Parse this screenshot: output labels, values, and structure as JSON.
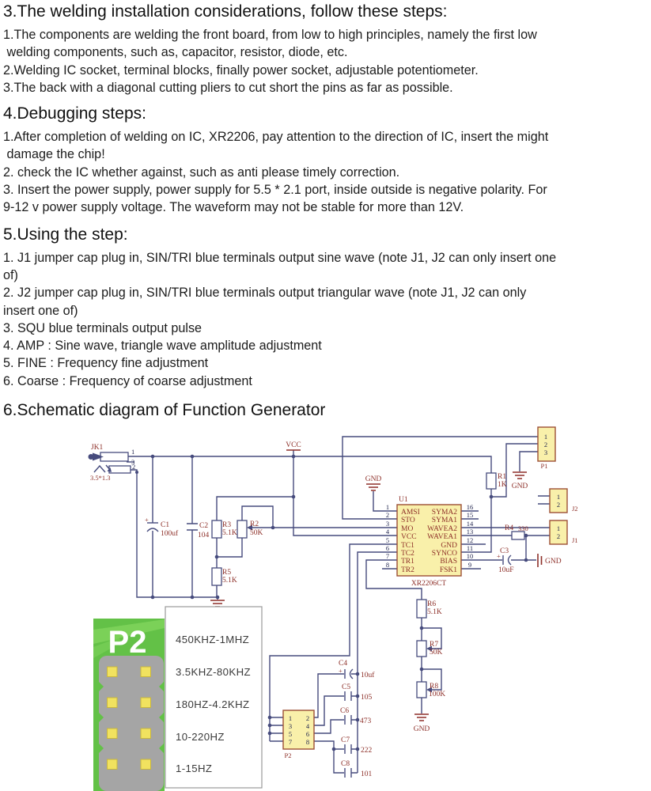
{
  "document": {
    "sections": [
      {
        "heading": "3.The welding installation considerations, follow these steps:",
        "lines": [
          "1.The components are welding the front board, from low to high principles, namely the first low",
          " welding components, such as, capacitor, resistor, diode, etc.",
          "2.Welding IC socket, terminal blocks, finally power socket, adjustable potentiometer.",
          "3.The back with a diagonal cutting pliers to cut short the pins as far as possible."
        ]
      },
      {
        "heading": "4.Debugging steps:",
        "lines": [
          "1.After completion of welding on IC, XR2206, pay attention to the direction of IC, insert the might",
          " damage the chip!",
          "2. check the IC whether against, such as anti please timely correction.",
          "3. Insert the power supply, power supply for 5.5 * 2.1 port, inside outside is negative polarity. For",
          "9-12 v power supply voltage. The waveform may not be stable for more than 12V."
        ]
      },
      {
        "heading": "5.Using the step:",
        "lines": [
          "1. J1 jumper cap plug in, SIN/TRI blue terminals output sine wave (note J1, J2 can only insert one",
          "of)",
          "2. J2 jumper cap plug in, SIN/TRI blue terminals output triangular wave (note J1, J2 can only",
          "insert one of)",
          "3. SQU blue terminals output pulse",
          "4. AMP : Sine wave, triangle wave amplitude adjustment",
          "5. FINE : Frequency fine adjustment",
          "6. Coarse : Frequency of coarse adjustment"
        ]
      },
      {
        "heading": "6.Schematic diagram of Function Generator",
        "lines": []
      }
    ]
  },
  "schematic": {
    "net_labels": {
      "vcc": "VCC",
      "gnd": "GND"
    },
    "jack": {
      "ref": "JK1",
      "pin1": "1",
      "pin2": "2",
      "pin3": "3",
      "size": "3.5*1.3"
    },
    "ic": {
      "ref": "U1",
      "part": "XR2206CT",
      "pins_left": [
        {
          "n": "1",
          "label": "AMSI"
        },
        {
          "n": "2",
          "label": "STO"
        },
        {
          "n": "3",
          "label": "MO"
        },
        {
          "n": "4",
          "label": "VCC"
        },
        {
          "n": "5",
          "label": "TC1"
        },
        {
          "n": "6",
          "label": "TC2"
        },
        {
          "n": "7",
          "label": "TR1"
        },
        {
          "n": "8",
          "label": "TR2"
        }
      ],
      "pins_right": [
        {
          "n": "16",
          "label": "SYMA2"
        },
        {
          "n": "15",
          "label": "SYMA1"
        },
        {
          "n": "14",
          "label": "WAVEA2"
        },
        {
          "n": "13",
          "label": "WAVEA1"
        },
        {
          "n": "12",
          "label": "GND"
        },
        {
          "n": "11",
          "label": "SYNCO"
        },
        {
          "n": "10",
          "label": "BIAS"
        },
        {
          "n": "9",
          "label": "FSK1"
        }
      ]
    },
    "resistors": {
      "r1": {
        "ref": "R1",
        "value": "1K"
      },
      "r2": {
        "ref": "R2",
        "value": "50K"
      },
      "r3": {
        "ref": "R3",
        "value": "5.1K"
      },
      "r4": {
        "ref": "R4",
        "value": "330"
      },
      "r5": {
        "ref": "R5",
        "value": "5.1K"
      },
      "r6": {
        "ref": "R6",
        "value": "5.1K"
      },
      "r7": {
        "ref": "R7",
        "value": "50K"
      },
      "r8": {
        "ref": "R8",
        "value": "100K"
      }
    },
    "capacitors": {
      "c1": {
        "ref": "C1",
        "value": "100uf"
      },
      "c2": {
        "ref": "C2",
        "value": "104"
      },
      "c3": {
        "ref": "C3",
        "value": "10uF"
      },
      "c4": {
        "ref": "C4",
        "value": "10uf"
      },
      "c5": {
        "ref": "C5",
        "value": "105"
      },
      "c6": {
        "ref": "C6",
        "value": "473"
      },
      "c7": {
        "ref": "C7",
        "value": "222"
      },
      "c8": {
        "ref": "C8",
        "value": "101"
      }
    },
    "connectors": {
      "p1": {
        "label": "P1",
        "pins": [
          "1",
          "2",
          "3"
        ]
      },
      "j1": {
        "label": "J1",
        "pins": [
          "1",
          "2"
        ]
      },
      "j2": {
        "label": "J2",
        "pins": [
          "1",
          "2"
        ]
      },
      "p2": {
        "label": "P2",
        "pins_left": [
          "1",
          "3",
          "5",
          "7"
        ],
        "pins_right": [
          "2",
          "4",
          "6",
          "8"
        ]
      }
    },
    "range_box": {
      "ranges": [
        "450KHZ-1MHZ",
        "3.5KHZ-80KHZ",
        "180HZ-4.2KHZ",
        "10-220HZ",
        "1-15HZ"
      ]
    },
    "photo": {
      "label": "P2"
    },
    "colors": {
      "wire": "#464b7d",
      "accent": "#8d2f28",
      "component_fill": "#f9f0aa",
      "component_border": "#9c4f35",
      "photo_green": "#63c147"
    }
  }
}
